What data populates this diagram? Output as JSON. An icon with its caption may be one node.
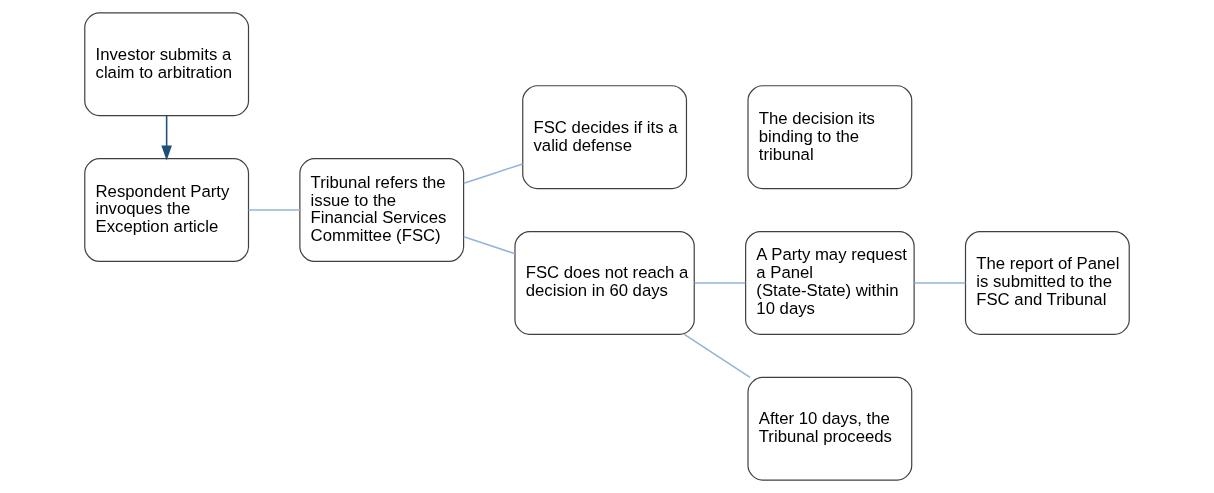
{
  "diagram": {
    "nodes": [
      {
        "text": [
          "Investor submits a claim to arbitration"
        ]
      },
      {
        "text": [
          "Respondent Party invoques the Exception article"
        ]
      },
      {
        "text": [
          "Tribunal refers the issue to the Financial Services Committee (FSC)"
        ]
      },
      {
        "text": [
          "FSC decides if its a valid defense"
        ]
      },
      {
        "text": [
          "The decision its binding to the tribunal"
        ]
      },
      {
        "text": [
          "FSC does not reach a decision in 60 days"
        ]
      },
      {
        "text": [
          "A Party may request a Panel (State-State) within 10 days"
        ]
      },
      {
        "text": [
          "The report of Panel is submitted to the FSC and Tribunal"
        ]
      },
      {
        "text": [
          "After 10 days, the Tribunal proceeds"
        ]
      }
    ],
    "edges": [
      {
        "from": 0,
        "to": 1,
        "arrow": "to",
        "color": "#1f4e79"
      },
      {
        "from": 1,
        "to": 2,
        "arrow": "none"
      },
      {
        "from": 2,
        "to": 3,
        "arrow": "none"
      },
      {
        "from": 2,
        "to": 5,
        "arrow": "none"
      },
      {
        "from": 5,
        "to": 6,
        "arrow": "none"
      },
      {
        "from": 5,
        "to": 8,
        "arrow": "none"
      },
      {
        "from": 6,
        "to": 7,
        "arrow": "none"
      }
    ]
  }
}
